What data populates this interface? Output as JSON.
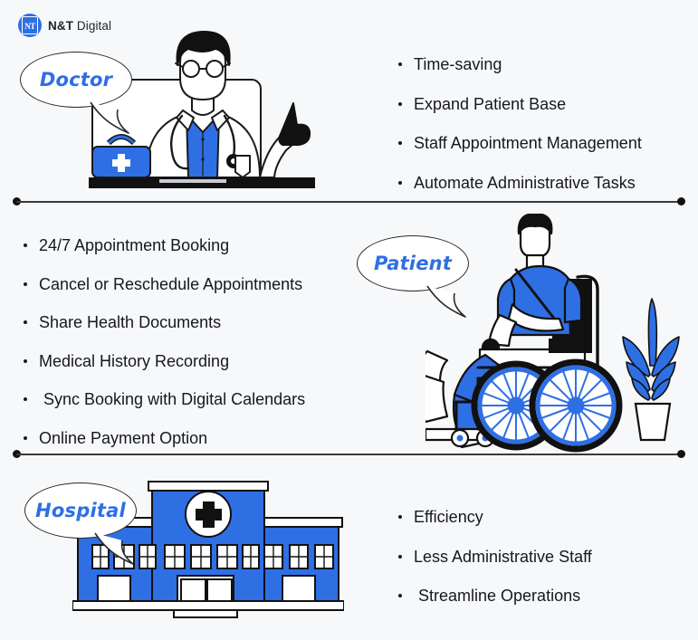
{
  "page": {
    "background_color": "#f7f8fa",
    "accent_blue": "#2f6fe4",
    "text_color": "#16181d"
  },
  "brand": {
    "logo_monogram": "NT",
    "name_bold": "N&T",
    "name_regular": " Digital",
    "logo_icon": "nt-circle-logo"
  },
  "sections": [
    {
      "key": "doctor",
      "bubble_label": "Doctor",
      "items": [
        "Time-saving",
        "Expand Patient Base",
        "Staff Appointment Management",
        "Automate Administrative Tasks"
      ]
    },
    {
      "key": "patient",
      "bubble_label": "Patient",
      "items": [
        "24/7 Appointment Booking",
        "Cancel or Reschedule Appointments",
        "Share Health Documents",
        "Medical History Recording",
        " Sync Booking with Digital Calendars",
        "Online Payment Option"
      ]
    },
    {
      "key": "hospital",
      "bubble_label": "Hospital",
      "items": [
        "Efficiency",
        "Less Administrative Staff",
        " Streamline Operations"
      ]
    }
  ]
}
